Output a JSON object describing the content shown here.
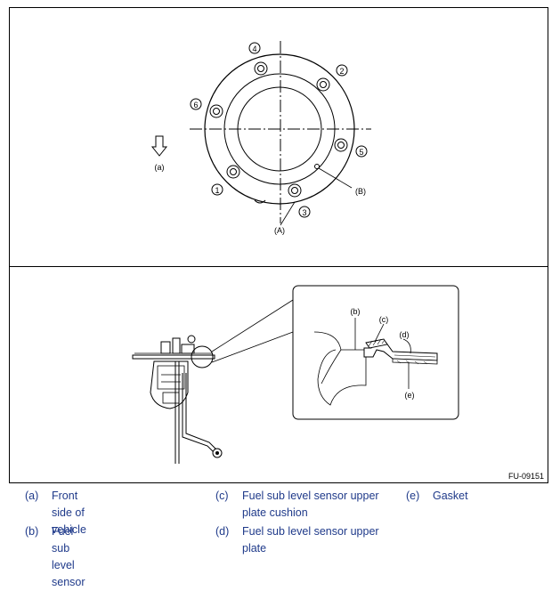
{
  "figure": {
    "code": "FU-09151",
    "top_labels": {
      "front_arrow": "(a)",
      "A": "(A)",
      "B": "(B)",
      "n1": "1",
      "n2": "2",
      "n3": "3",
      "n4": "4",
      "n5": "5",
      "n6": "6"
    },
    "detail_labels": {
      "b": "(b)",
      "c": "(c)",
      "d": "(d)",
      "e": "(e)"
    }
  },
  "legend": [
    {
      "key": "(a)",
      "text": "Front side of vehicle"
    },
    {
      "key": "(b)",
      "text": "Fuel sub level sensor"
    },
    {
      "key": "(c)",
      "text": "Fuel sub level sensor upper",
      "text2": "plate cushion"
    },
    {
      "key": "(d)",
      "text": "Fuel sub level sensor upper",
      "text2": "plate"
    },
    {
      "key": "(e)",
      "text": "Gasket"
    }
  ]
}
